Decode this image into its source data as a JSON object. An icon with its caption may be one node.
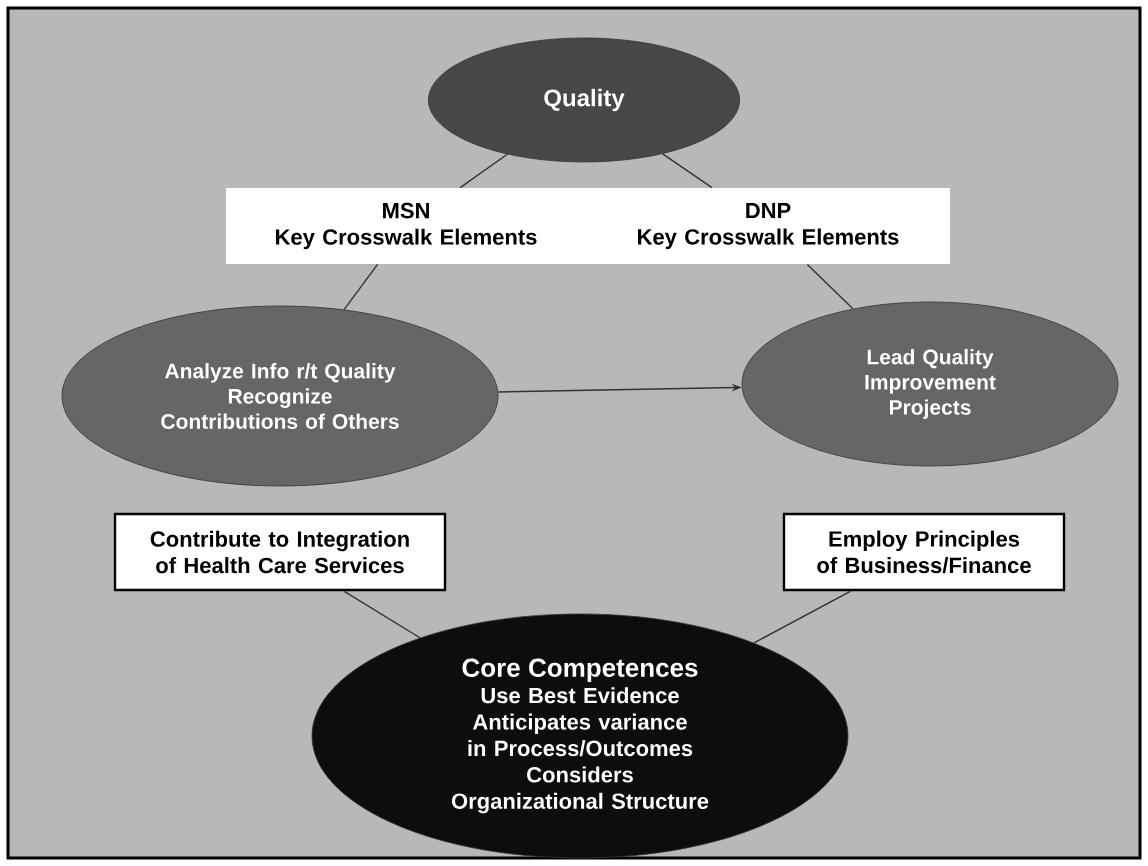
{
  "diagram": {
    "nodes": [
      {
        "text": [
          "Quality"
        ]
      },
      {
        "text": [
          "MSN",
          "Key Crosswalk Elements"
        ]
      },
      {
        "text": [
          "DNP",
          "Key Crosswalk Elements"
        ]
      },
      {
        "text": [
          "Analyze Info r/t Quality",
          "Recognize Contributions of Others"
        ]
      },
      {
        "text": [
          "Contribute to Integration of Health Care Services"
        ]
      },
      {
        "text": [
          "Lead Quality Improvement Projects"
        ]
      },
      {
        "text": [
          "Employ Principles of Business/Finance"
        ]
      },
      {
        "text": [
          "Core Competences",
          "Use Best Evidence",
          "Anticipates variance in Process/Outcomes",
          "Considers Organizational Structure"
        ]
      }
    ],
    "edges": [
      {
        "from": 0,
        "to": 1,
        "arrow": "none"
      },
      {
        "from": 1,
        "to": 3,
        "arrow": "none"
      },
      {
        "from": 0,
        "to": 2,
        "arrow": "none"
      },
      {
        "from": 2,
        "to": 5,
        "arrow": "none"
      },
      {
        "from": 3,
        "to": 5,
        "arrow": "to"
      },
      {
        "from": 4,
        "to": 7,
        "arrow": "none"
      },
      {
        "from": 6,
        "to": 7,
        "arrow": "none"
      }
    ]
  }
}
